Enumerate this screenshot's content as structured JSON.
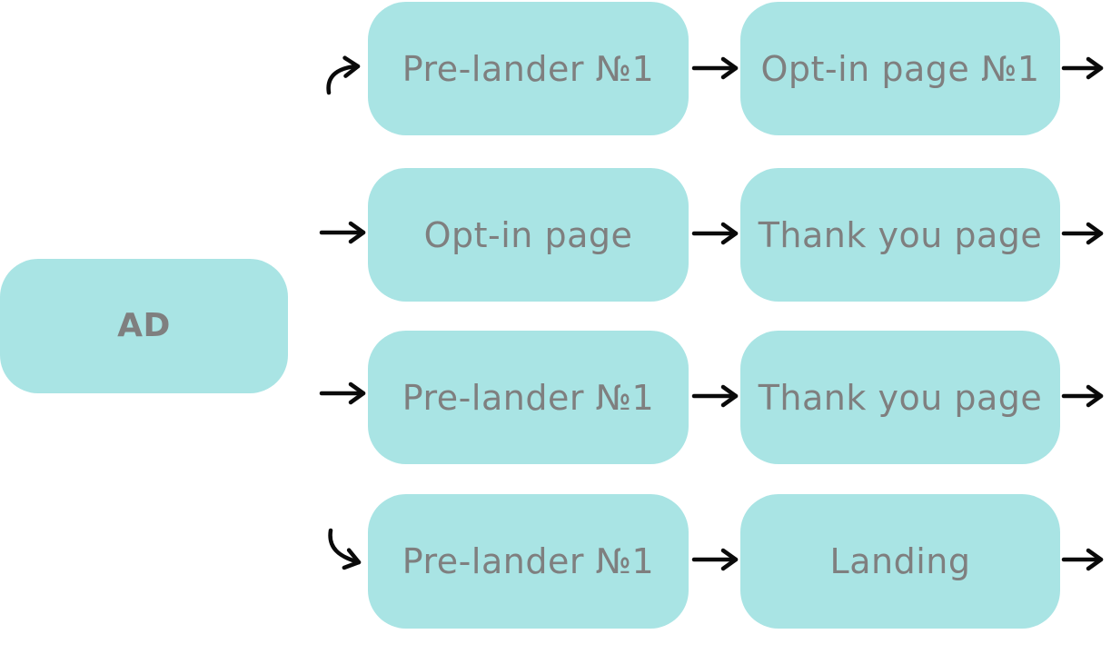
{
  "colors": {
    "box_fill": "#a9e4e4",
    "label_text": "#7f7f7f",
    "arrow": "#0a0a0a"
  },
  "source": {
    "label": "AD"
  },
  "rows": [
    {
      "step1": "Pre-lander №1",
      "step2": "Opt-in page №1"
    },
    {
      "step1": "Opt-in page",
      "step2": "Thank you page"
    },
    {
      "step1": "Pre-lander №1",
      "step2": "Thank you page"
    },
    {
      "step1": "Pre-lander №1",
      "step2": "Landing"
    }
  ]
}
